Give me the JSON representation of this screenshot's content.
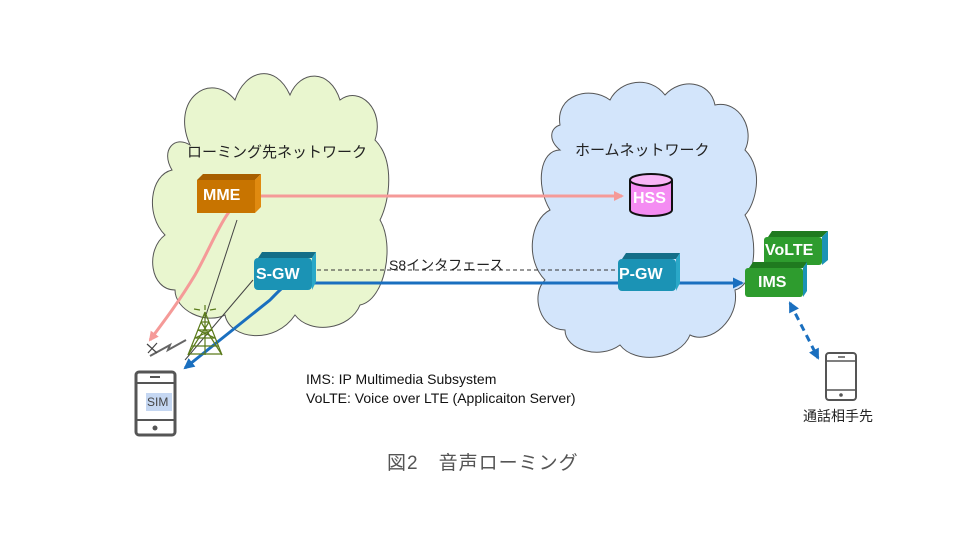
{
  "networks": {
    "roaming": {
      "title": "ローミング先ネットワーク",
      "fill": "#e9f6cf"
    },
    "home": {
      "title": "ホームネットワーク",
      "fill": "#d3e5fb"
    }
  },
  "nodes": {
    "mme": {
      "label": "MME",
      "color": "#c87400"
    },
    "hss": {
      "label": "HSS",
      "color": "#f48cf2"
    },
    "sgw": {
      "label": "S-GW",
      "color": "#1b93b5"
    },
    "pgw": {
      "label": "P-GW",
      "color": "#1b93b5"
    },
    "ims": {
      "label": "IMS",
      "color": "#2e9c2e"
    },
    "volte": {
      "label": "VoLTE",
      "color": "#2e9c2e"
    }
  },
  "interface_label": "S8インタフェース",
  "sim_label": "SIM",
  "callee_label": "通話相手先",
  "notes": [
    "IMS: IP Multimedia Subsystem",
    "VoLTE: Voice over LTE (Applicaiton Server)"
  ],
  "caption": "図2　音声ローミング",
  "colors": {
    "signaling_line": "#f59a98",
    "user_plane_line": "#1a6fbf"
  }
}
